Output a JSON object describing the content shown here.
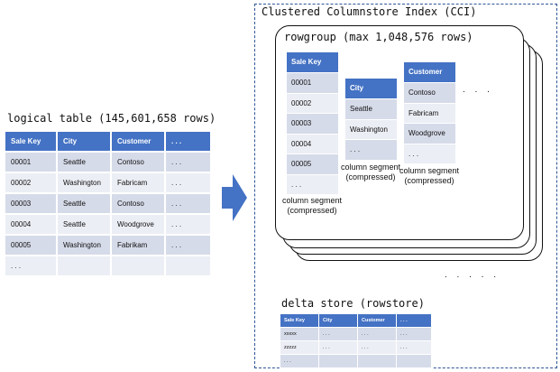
{
  "logical_table": {
    "title": "logical table (145,601,658 rows)",
    "headers": [
      "Sale Key",
      "City",
      "Customer",
      ". . ."
    ],
    "rows": [
      [
        "00001",
        "Seattle",
        "Contoso",
        ". . ."
      ],
      [
        "00002",
        "Washington",
        "Fabricam",
        ". . ."
      ],
      [
        "00003",
        "Seattle",
        "Contoso",
        ". . ."
      ],
      [
        "00004",
        "Seattle",
        "Woodgrove",
        ". . ."
      ],
      [
        "00005",
        "Washington",
        "Fabrikam",
        ". . ."
      ],
      [
        ". . .",
        "",
        "",
        ""
      ]
    ]
  },
  "cci": {
    "title": "Clustered Columnstore Index (CCI)",
    "rowgroup_title": "rowgroup (max 1,048,576 rows)",
    "segments": [
      {
        "header": "Sale Key",
        "cells": [
          "00001",
          "00002",
          "00003",
          "00004",
          "00005",
          ". . ."
        ],
        "label": "column segment (compressed)"
      },
      {
        "header": "City",
        "cells": [
          "Seattle",
          "Washington",
          ". . ."
        ],
        "label": "column segment (compressed)"
      },
      {
        "header": "Customer",
        "cells": [
          "Contoso",
          "Fabricam",
          "Woodgrove",
          ". . ."
        ],
        "label": "column segment (compressed)"
      }
    ],
    "segments_more": ". . .",
    "rowgroups_more": ". . . . .",
    "delta_store": {
      "title": "delta store (rowstore)",
      "headers": [
        "Sale Key",
        "City",
        "Customer",
        ". . ."
      ],
      "rows": [
        [
          "xxxxx",
          ". . .",
          ". . .",
          ". . ."
        ],
        [
          "zzzzz",
          ". . .",
          ". . .",
          ". . ."
        ],
        [
          ". . .",
          "",
          "",
          ""
        ]
      ]
    }
  },
  "colors": {
    "header_blue": "#4472c4",
    "row_dark": "#d6dbe9",
    "row_light": "#eceef5",
    "arrow_blue": "#4472c4",
    "border_dashed": "#2f5597"
  }
}
